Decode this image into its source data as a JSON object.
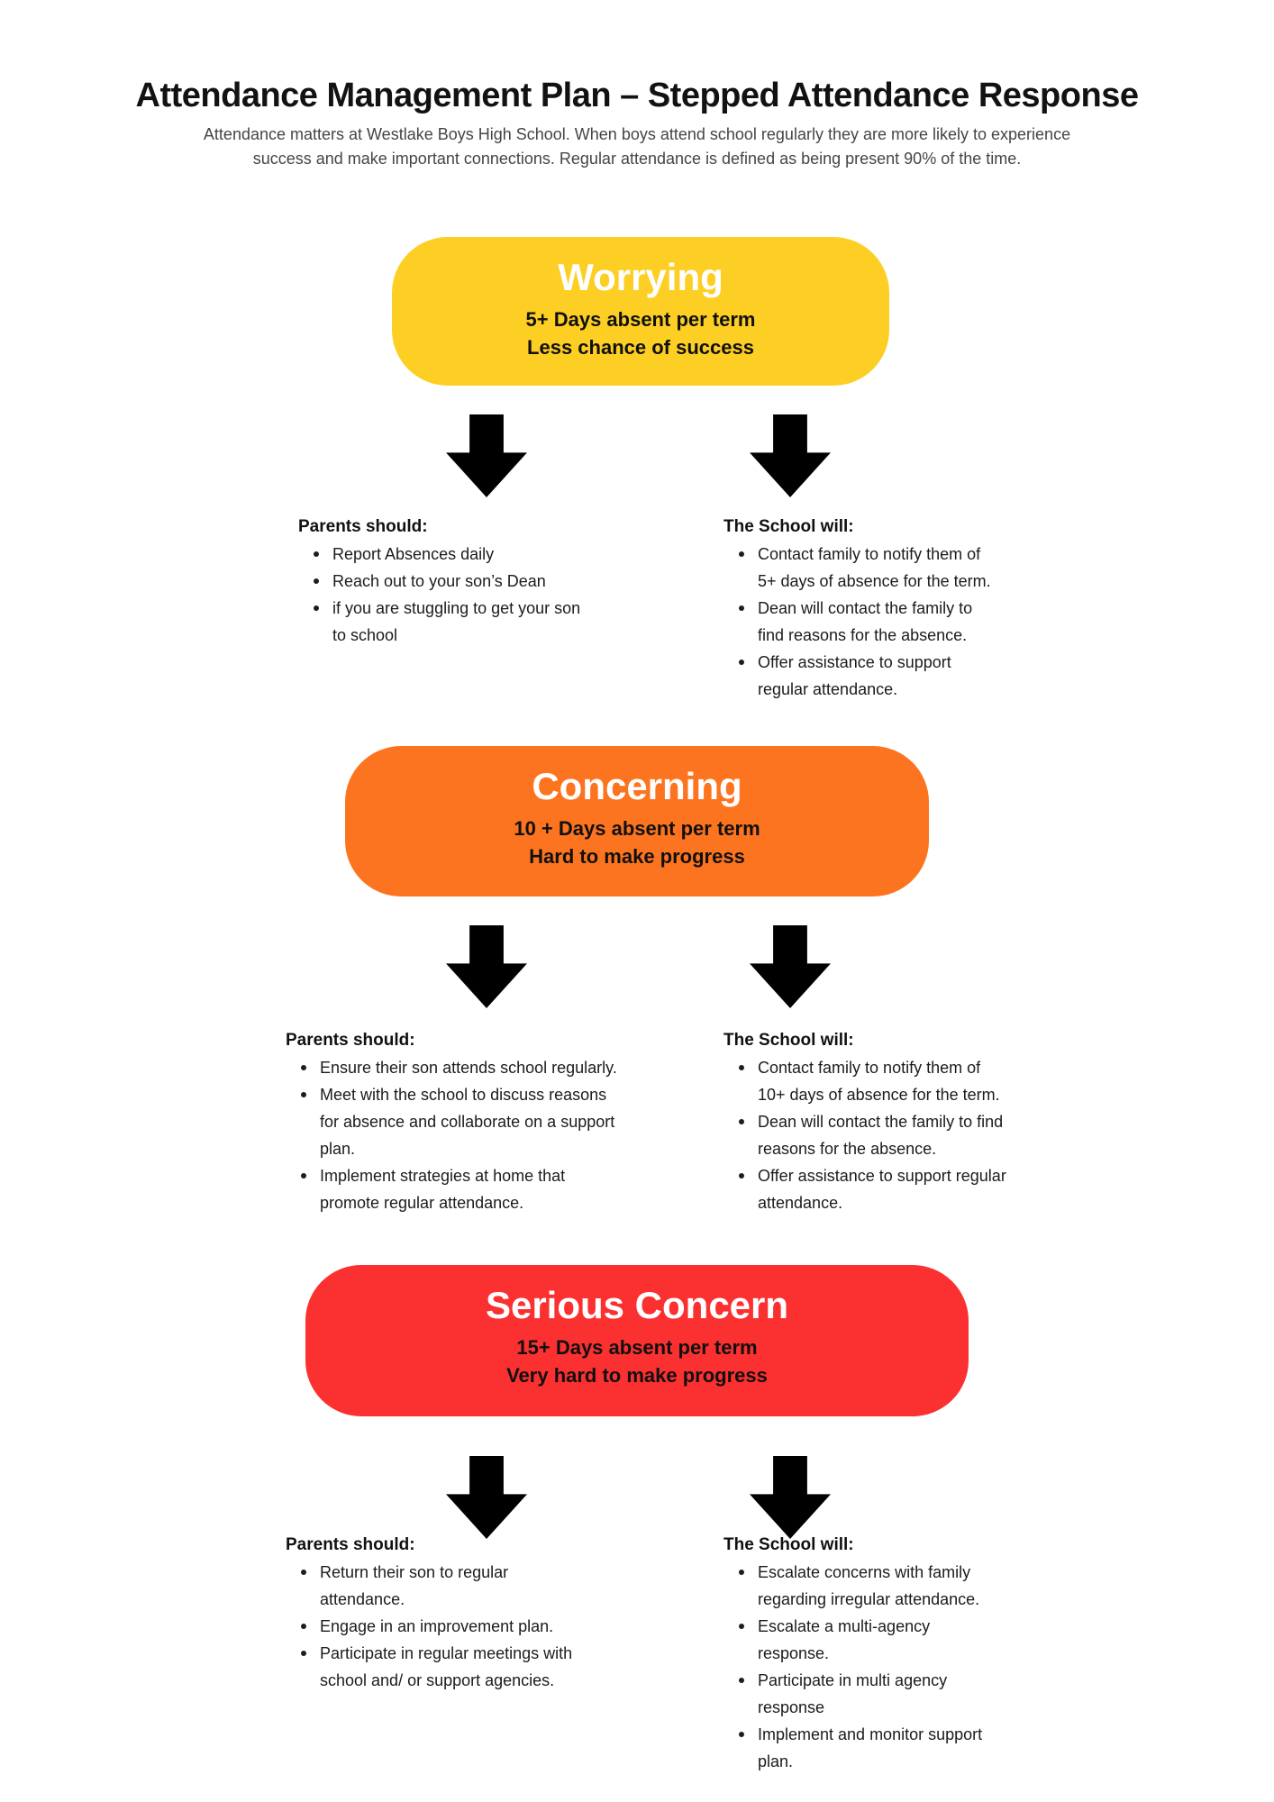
{
  "page": {
    "title": "Attendance Management Plan – Stepped Attendance Response",
    "intro": "Attendance matters at Westlake Boys High School. When boys attend school regularly they are more likely to experience\nsuccess and make important connections. Regular attendance is defined as being present 90% of the time."
  },
  "colors": {
    "worrying": "#FDCE23",
    "concerning": "#FC741F",
    "serious_concern": "#FB3030",
    "arrow": "#000000"
  },
  "icons": {
    "down_arrow": "black solid downward arrow"
  },
  "stages": [
    {
      "name": "Worrying",
      "subtitle": "5+ Days absent per term\nLess chance of success",
      "color": "#FDCE23",
      "parents": {
        "heading": "Parents should:",
        "items": [
          "Report Absences daily",
          "Reach out to your son’s Dean",
          "if you are stuggling to get your son\nto school"
        ]
      },
      "school": {
        "heading": "The School will:",
        "items": [
          "Contact family to notify them of\n5+ days of absence for the term.",
          "Dean will contact the family to\nfind reasons for the absence.",
          "Offer assistance to support\nregular attendance."
        ]
      }
    },
    {
      "name": "Concerning",
      "subtitle": "10 + Days absent per term\nHard to make progress",
      "color": "#FC741F",
      "parents": {
        "heading": "Parents should:",
        "items": [
          "Ensure their son attends school regularly.",
          "Meet with the school to discuss reasons\nfor absence and collaborate on a support\nplan.",
          "Implement strategies at home that\npromote regular attendance."
        ]
      },
      "school": {
        "heading": "The School will:",
        "items": [
          "Contact family to notify them of\n10+ days of absence for the term.",
          "Dean will contact the family to find\nreasons for the absence.",
          "Offer assistance to support regular\nattendance."
        ]
      }
    },
    {
      "name": "Serious Concern",
      "subtitle": "15+ Days absent per term\nVery hard to make progress",
      "color": "#FB3030",
      "parents": {
        "heading": "Parents should:",
        "items": [
          "Return their son to regular\nattendance.",
          "Engage in an improvement plan.",
          "Participate in regular meetings with\nschool and/ or support agencies."
        ]
      },
      "school": {
        "heading": "The School will:",
        "items": [
          "Escalate concerns with family\nregarding irregular attendance.",
          "Escalate a multi-agency\nresponse.",
          "Participate in multi agency\nresponse",
          "Implement and monitor support\nplan."
        ]
      }
    }
  ]
}
